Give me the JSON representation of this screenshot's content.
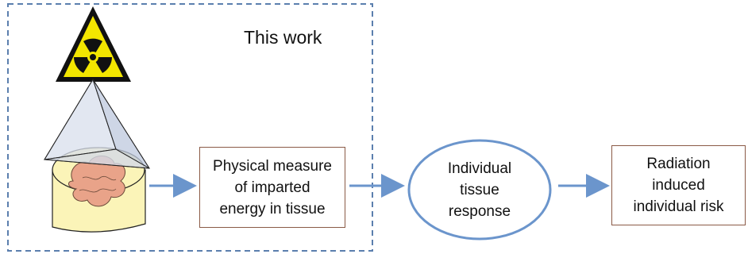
{
  "frame": {
    "title": "This work"
  },
  "boxes": {
    "measure": "Physical measure\nof imparted\nenergy in tissue",
    "response": "Individual\ntissue\nresponse",
    "risk": "Radiation\ninduced\nindividual risk"
  },
  "icons": {
    "hazard": "radiation-hazard-icon",
    "tissue": "tissue-block-icon",
    "beam": "radiation-beam-icon"
  },
  "colors": {
    "frame": "#5b7fae",
    "arrow": "#6b95cc",
    "ellipse": "#6b95cc",
    "box_border": "#8a5a46",
    "hazard_yellow": "#f3e600",
    "tissue_fill": "#fbf4b8",
    "organ_fill": "#e9a389"
  }
}
